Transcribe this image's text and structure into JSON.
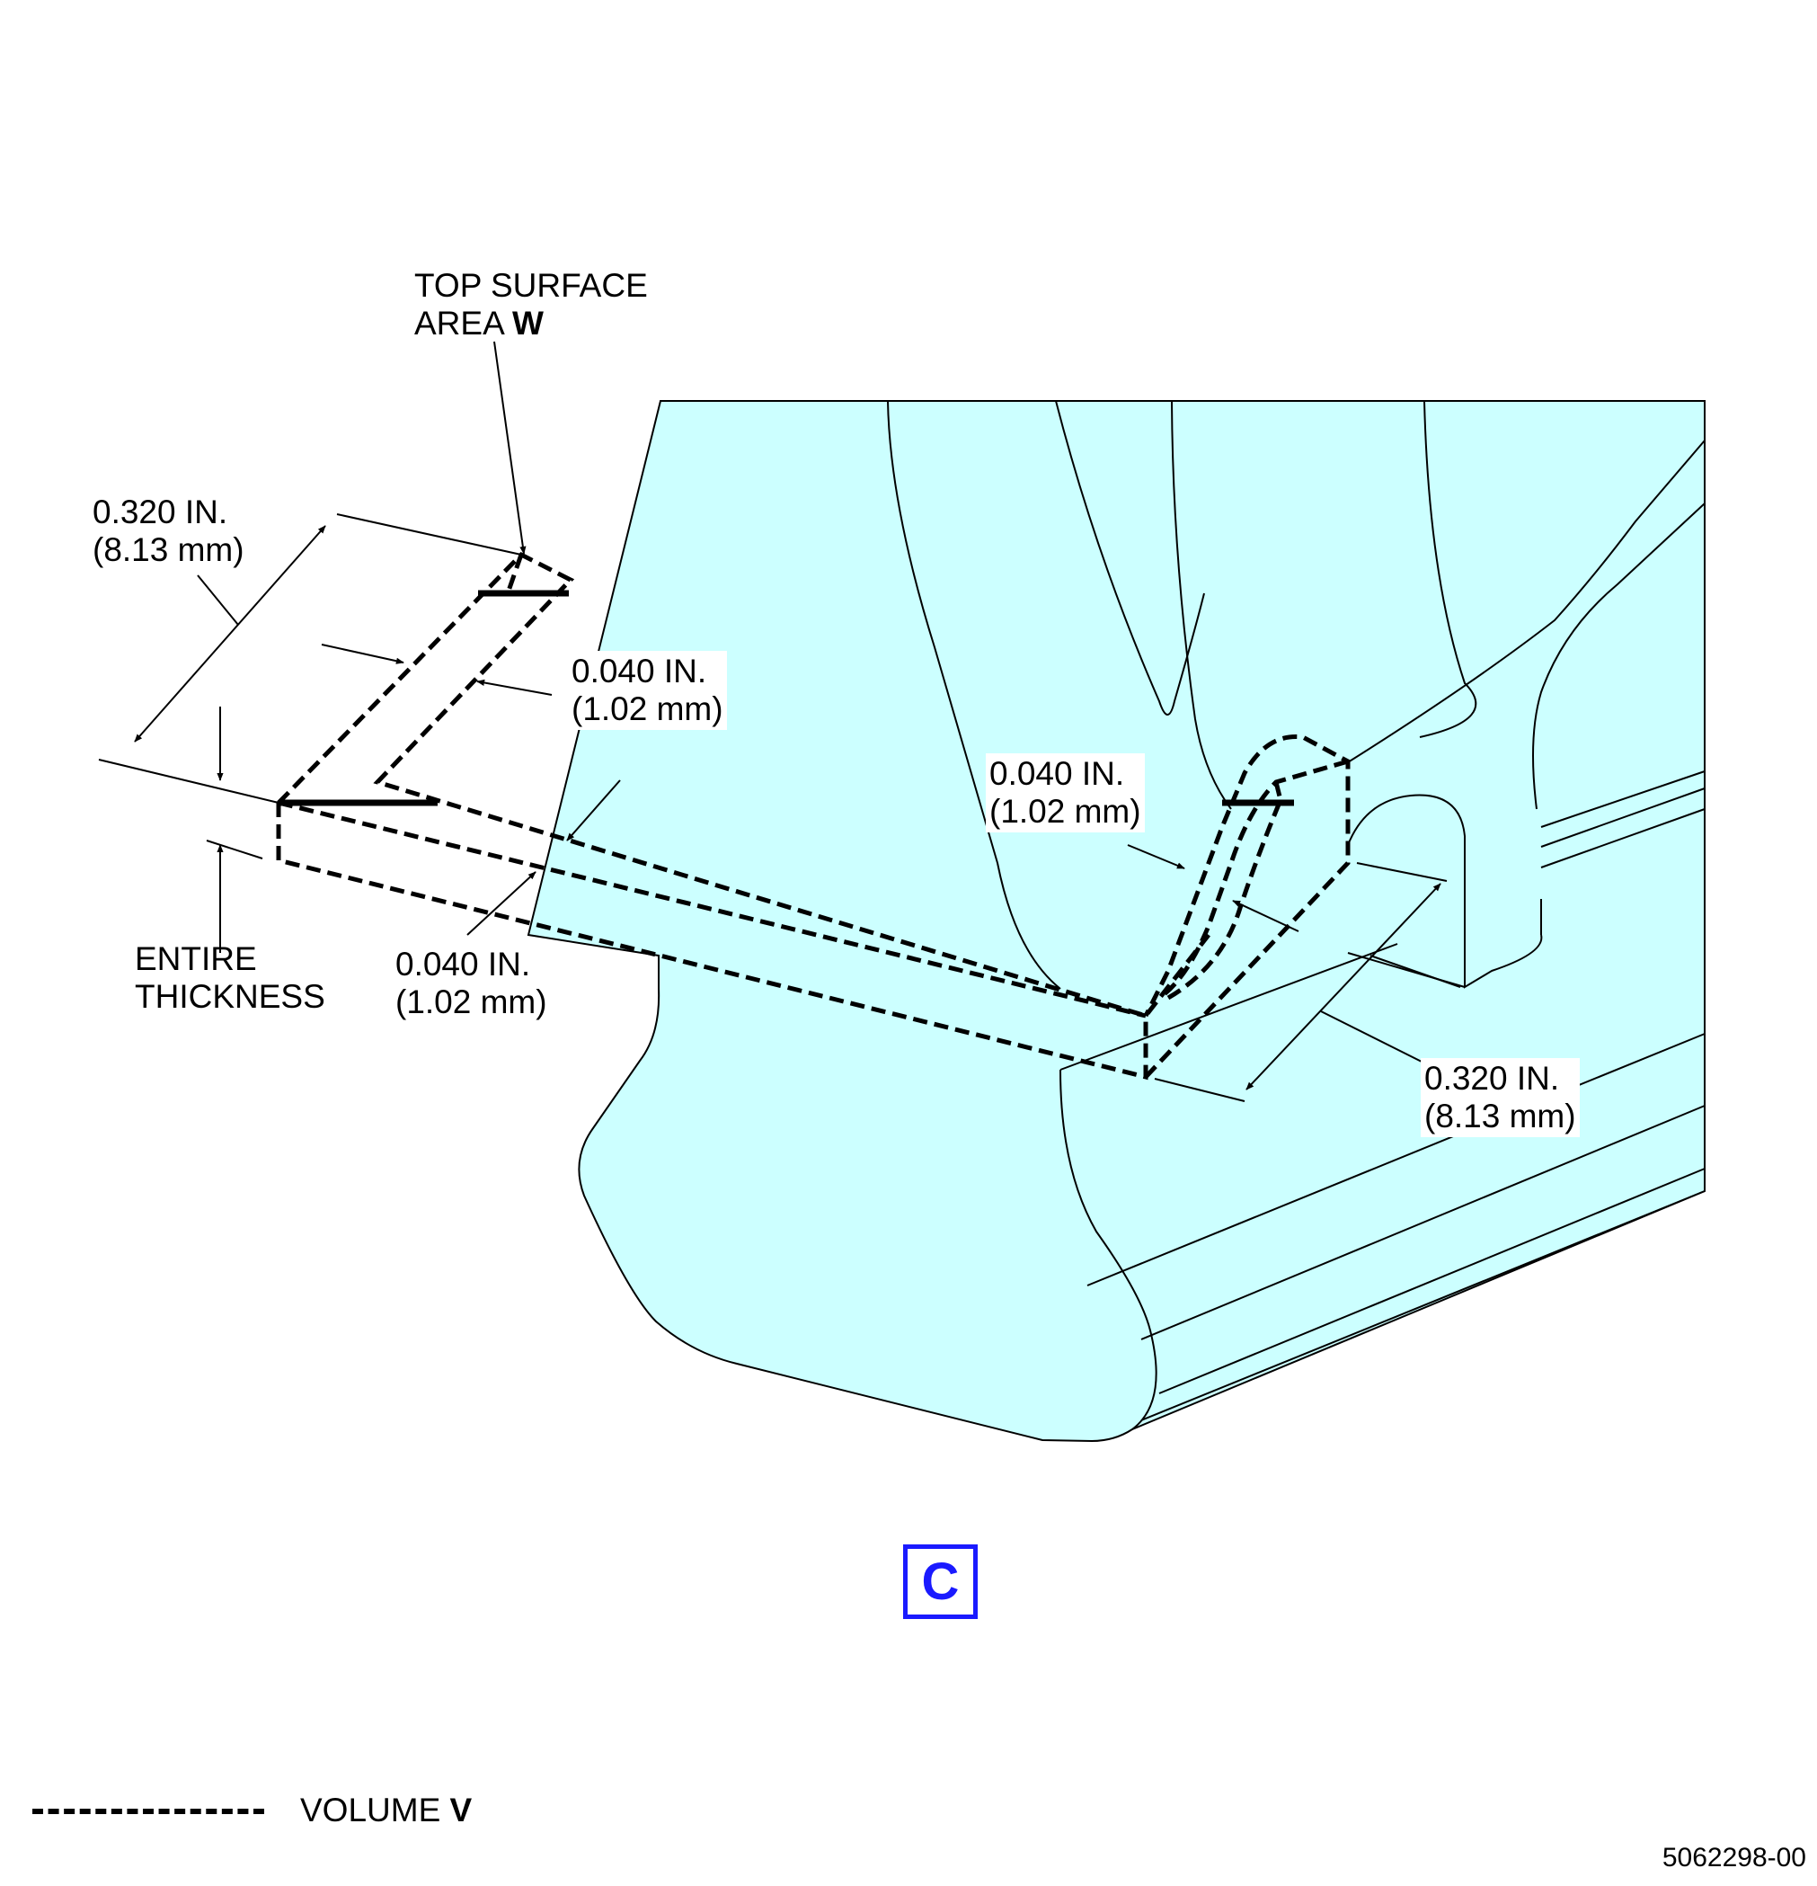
{
  "labels": {
    "top_surface_line1": "TOP SURFACE",
    "top_surface_line2": "AREA ",
    "top_surface_bold": "W",
    "dim_left_in": "0.320 IN.",
    "dim_left_mm": "(8.13 mm)",
    "dim_upper_in": "0.040 IN.",
    "dim_upper_mm": "(1.02 mm)",
    "dim_lower_in": "0.040 IN.",
    "dim_lower_mm": "(1.02 mm)",
    "dim_mid_in": "0.040 IN.",
    "dim_mid_mm": "(1.02 mm)",
    "dim_right_in": "0.320 IN.",
    "dim_right_mm": "(8.13 mm)",
    "entire_line1": "ENTIRE",
    "entire_line2": "THICKNESS"
  },
  "view": "C",
  "legend": {
    "text": "VOLUME ",
    "bold": "V"
  },
  "figure_number": "5062298-00",
  "colors": {
    "part_fill": "#ccffff",
    "line": "#000000",
    "badge": "#1a1aff"
  }
}
